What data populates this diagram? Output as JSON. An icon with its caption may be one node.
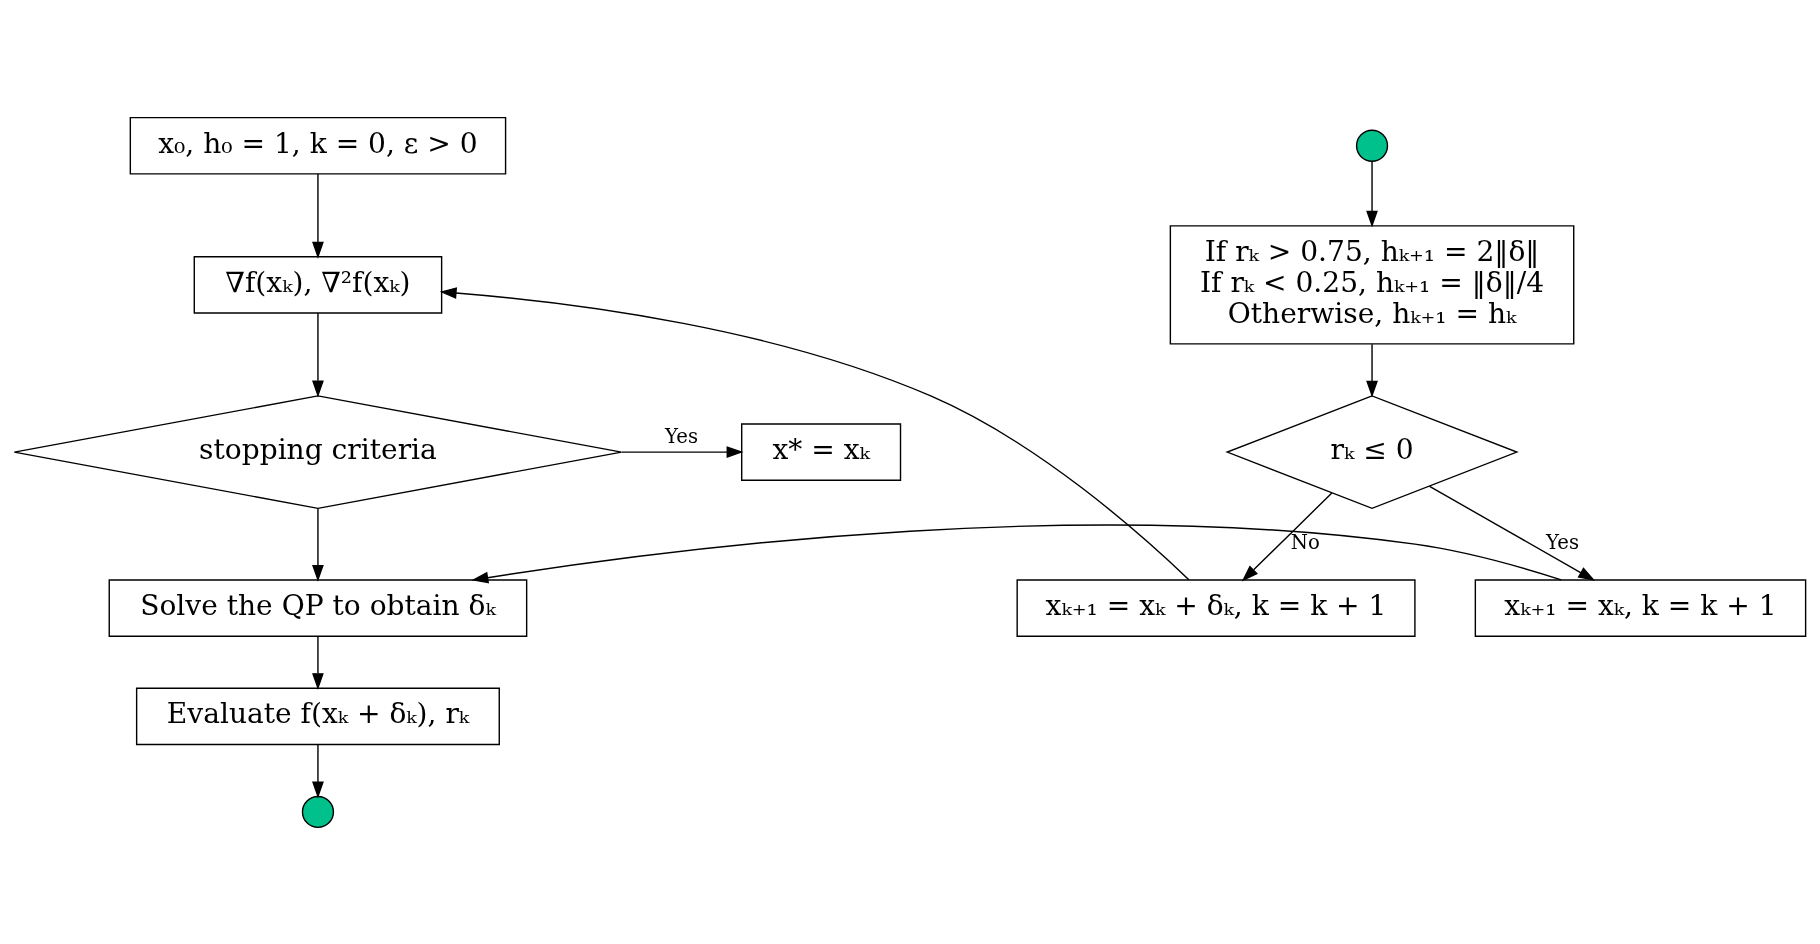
{
  "diagram": {
    "nodes": [
      {
        "text": [
          "x₀, h₀ = 1, k = 0, ε > 0"
        ]
      },
      {
        "text": [
          "∇f(xₖ), ∇²f(xₖ)"
        ]
      },
      {
        "text": [
          "stopping criteria"
        ]
      },
      {
        "text": [
          "x* = xₖ"
        ]
      },
      {
        "text": [
          "Solve the QP to obtain δₖ"
        ]
      },
      {
        "text": [
          "Evaluate f(xₖ + δₖ), rₖ"
        ]
      },
      {
        "text": [],
        "shape": "circle"
      },
      {
        "text": [],
        "shape": "circle"
      },
      {
        "text": [
          "If rₖ > 0.75, hₖ₊₁ = 2‖δ‖",
          "If rₖ < 0.25, hₖ₊₁ = ‖δ‖/4",
          "Otherwise, hₖ₊₁ = hₖ"
        ]
      },
      {
        "text": [
          "rₖ ≤ 0"
        ]
      },
      {
        "text": [
          "xₖ₊₁ = xₖ + δₖ, k = k + 1"
        ]
      },
      {
        "text": [
          "xₖ₊₁ = xₖ, k = k + 1"
        ]
      }
    ],
    "edges": [
      {
        "from": 0,
        "to": 1,
        "arrow": "to"
      },
      {
        "from": 1,
        "to": 2,
        "arrow": "to"
      },
      {
        "from": 2,
        "to": 3,
        "arrow": "to",
        "label": "Yes"
      },
      {
        "from": 2,
        "to": 4,
        "arrow": "to"
      },
      {
        "from": 4,
        "to": 5,
        "arrow": "to"
      },
      {
        "from": 5,
        "to": 6,
        "arrow": "to"
      },
      {
        "from": 7,
        "to": 8,
        "arrow": "to"
      },
      {
        "from": 8,
        "to": 9,
        "arrow": "to"
      },
      {
        "from": 9,
        "to": 11,
        "arrow": "to",
        "label": "Yes"
      },
      {
        "from": 9,
        "to": 10,
        "arrow": "to",
        "label": "No"
      },
      {
        "from": 10,
        "to": 1,
        "arrow": "to"
      },
      {
        "from": 11,
        "to": 4,
        "arrow": "to"
      }
    ]
  }
}
